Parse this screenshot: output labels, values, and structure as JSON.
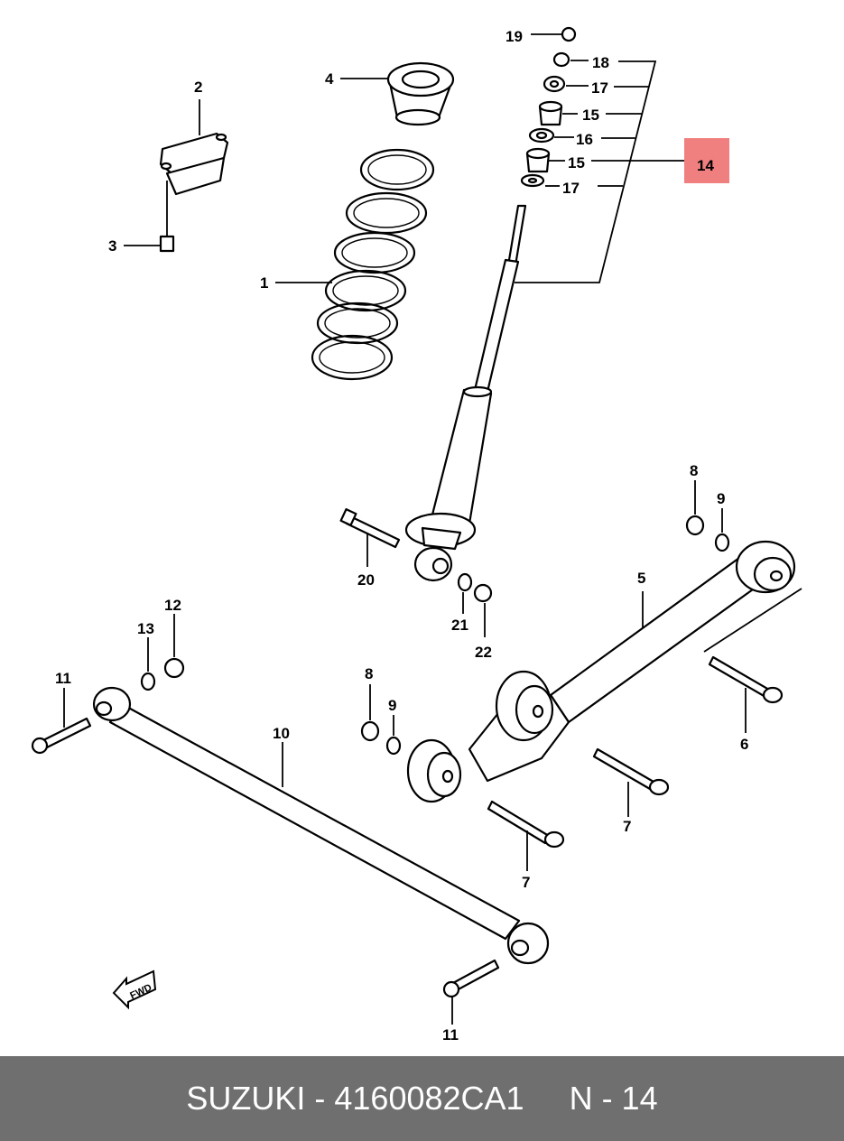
{
  "diagram": {
    "callouts": {
      "c1": "1",
      "c2": "2",
      "c3": "3",
      "c4": "4",
      "c5": "5",
      "c6": "6",
      "c7a": "7",
      "c7b": "7",
      "c8a": "8",
      "c8b": "8",
      "c9a": "9",
      "c9b": "9",
      "c10": "10",
      "c11a": "11",
      "c11b": "11",
      "c12": "12",
      "c13": "13",
      "c14": "14",
      "c15a": "15",
      "c15b": "15",
      "c16": "16",
      "c17a": "17",
      "c17b": "17",
      "c18": "18",
      "c19": "19",
      "c20": "20",
      "c21": "21",
      "c22": "22"
    },
    "highlight_color": "#f08080",
    "fwd_label": "FWD"
  },
  "footer": {
    "text": "SUZUKI - 4160082CA1     N - 14",
    "background": "#6f6f6f"
  }
}
